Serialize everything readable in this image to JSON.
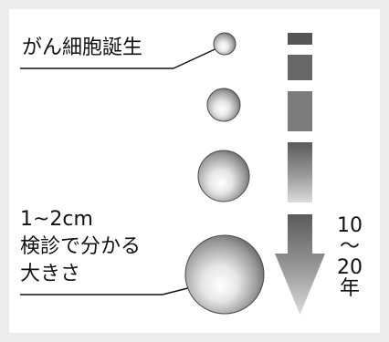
{
  "labels": {
    "birth": "がん細胞誕生",
    "size": "1~2cm",
    "detect": "検診で分かる",
    "big": "大きさ"
  },
  "timeline": {
    "years_from": "10",
    "years_sep": "〜",
    "years_to": "20",
    "years_unit": "年"
  },
  "colors": {
    "arrow_dark": "#555555",
    "arrow_light": "#d6d6d6",
    "text": "#111111",
    "background": "#ececec"
  }
}
